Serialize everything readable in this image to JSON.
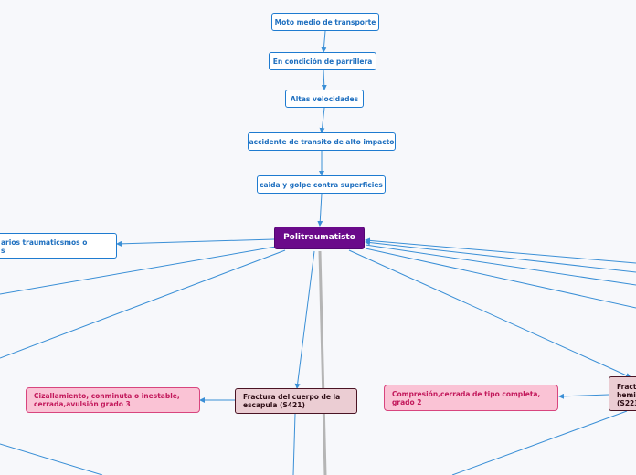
{
  "nodes": {
    "moto": "Moto medio de transporte",
    "parrillera": "En condición de parrillera",
    "velocidades": "Altas velocidades",
    "accidente": "accidente de transito de alto impacto",
    "caida": "caida y golpe contra superficies",
    "root": "Politraumatisto",
    "varios_line1": "arios traumaticsmos o",
    "varios_line2": "s",
    "escapula": "Fractura del cuerpo de la escapula  (S421)",
    "cizallamiento": "Cizallamiento, conminuta o inestable, cerrada,avulsión grado 3",
    "compresion": "Compresión,cerrada de tipo completa, grado 2",
    "fract_line1": "Fract",
    "fract_line2": "hemi",
    "fract_line3": "(S223"
  },
  "colors": {
    "connector": "#3a8fd6",
    "trunk": "#b5b5b5",
    "root_fill": "#6a0a8a",
    "pink_fill": "#fac3d5",
    "mauve_fill": "#ebcdd3"
  }
}
